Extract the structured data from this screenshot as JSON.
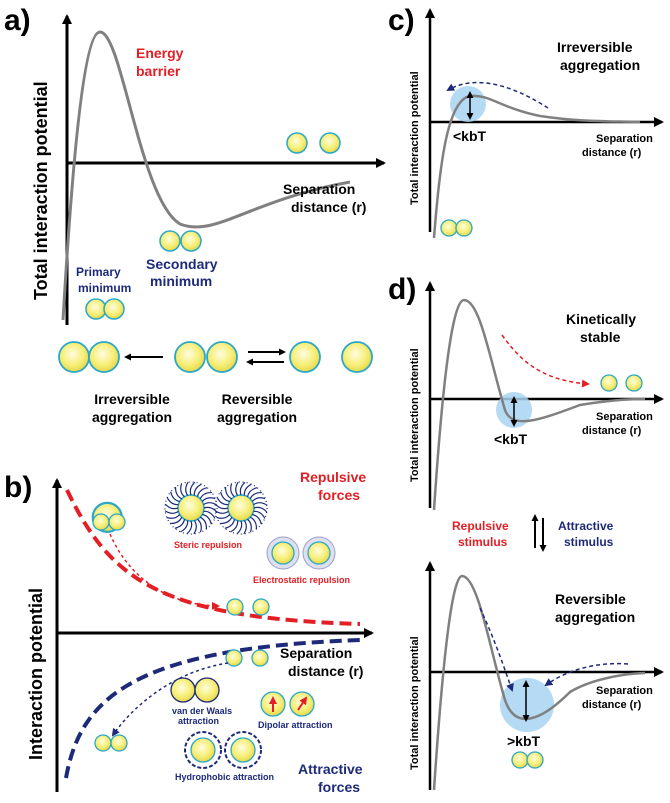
{
  "colors": {
    "red": "#e31e24",
    "blue": "#1d2a7a",
    "curve": "#808080",
    "halo": "#a8d4f2",
    "particle_fill": "#f7ef7a",
    "particle_edge": "#2aa7c9"
  },
  "panel_a": {
    "label": "a)",
    "yaxis": "Total interaction potential",
    "xaxis": [
      "Separation",
      "distance (r)"
    ],
    "energy_barrier": [
      "Energy",
      "barrier"
    ],
    "secondary_minimum": [
      "Secondary",
      "minimum"
    ],
    "primary_minimum": [
      "Primary",
      "minimum"
    ],
    "irreversible": [
      "Irreversible",
      "aggregation"
    ],
    "reversible": [
      "Reversible",
      "aggregation"
    ]
  },
  "panel_b": {
    "label": "b)",
    "yaxis": "Interaction potential",
    "xaxis": [
      "Separation",
      "distance (r)"
    ],
    "repulsive": [
      "Repulsive",
      "forces"
    ],
    "attractive": [
      "Attractive",
      "forces"
    ],
    "steric": "Steric repulsion",
    "electrostatic": "Electrostatic repulsion",
    "vdw": [
      "van der Waals",
      "attraction"
    ],
    "dipolar": "Dipolar attraction",
    "hydrophobic": "Hydrophobic attraction"
  },
  "panel_c": {
    "label": "c)",
    "yaxis": "Total interaction potential",
    "xaxis": [
      "Separation",
      "distance (r)"
    ],
    "title": [
      "Irreversible",
      "aggregation"
    ],
    "kbt": "<kbT"
  },
  "panel_d": {
    "label": "d)",
    "yaxis": "Total interaction potential",
    "xaxis": [
      "Separation",
      "distance (r)"
    ],
    "title_top": [
      "Kinetically",
      "stable"
    ],
    "kbt_top": "<kbT",
    "repulsive_stimulus": [
      "Repulsive",
      "stimulus"
    ],
    "attractive_stimulus": [
      "Attractive",
      "stimulus"
    ],
    "title_bottom": [
      "Reversible",
      "aggregation"
    ],
    "kbt_bottom": ">kbT"
  }
}
